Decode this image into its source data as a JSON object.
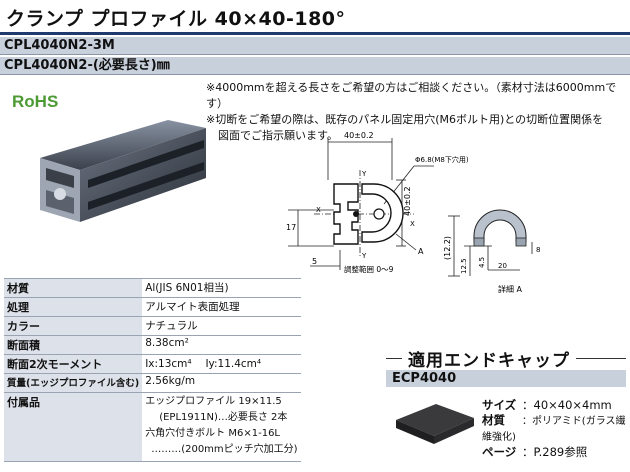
{
  "title": "クランプ プロファイル 40×40-180°",
  "codes": {
    "code_1": "CPL4040N2-3M",
    "code_2": "CPL4040N2-(必要長さ)㎜"
  },
  "rohs": "RoHS",
  "notes": [
    "※4000mmを超える長さをご希望の方はご相談ください。（素材寸法は6000mmです）",
    "※切断をご希望の際は、既存のパネル固定用穴(M6ボルト用)との切断位置関係を",
    "図面でご指示願います。"
  ],
  "drawing": {
    "width_dim": "40±0.2",
    "height_dim": "40±0.2",
    "hole_label": "Φ6.8(M8下穴用)",
    "dim_17": "17",
    "dim_5": "5",
    "adjust_range": "調整範囲 0～9",
    "label_x_left": "X",
    "label_x_right": "X",
    "label_y_top": "Y",
    "label_y_bottom": "Y",
    "label_a": "A"
  },
  "detail": {
    "dim_12_2": "(12.2)",
    "dim_12_5": "12.5",
    "dim_4_5": "4.5",
    "dim_20": "20",
    "dim_8": "8",
    "label": "詳細 A"
  },
  "specs": [
    {
      "key": "材質",
      "value": "Al(JIS 6N01相当)"
    },
    {
      "key": "処理",
      "value": "アルマイト表面処理"
    },
    {
      "key": "カラー",
      "value": "ナチュラル"
    },
    {
      "key": "断面積",
      "value": "8.38cm²"
    },
    {
      "key": "断面2次モーメント",
      "value": "Ix:13cm⁴　 Iy:11.4cm⁴"
    },
    {
      "key": "質量(エッジプロファイル含む)",
      "value": "2.56kg/m"
    },
    {
      "key": "付属品",
      "value": ""
    }
  ],
  "accessories": [
    "エッジプロファイル 19×11.5",
    "(EPL1911N)…必要長さ 2本",
    "六角穴付きボルト M6×1-16L",
    "………(200mmピッチ穴加工分)"
  ],
  "end_cap": {
    "heading": "適用エンドキャップ",
    "code": "ECP4040",
    "size_key": "サイズ",
    "size_val": "：40×40×4mm",
    "material_key": "材質",
    "material_val": "：ポリアミド(ガラス繊維強化)",
    "page_key": "ページ",
    "page_val": "：P.289参照"
  },
  "colors": {
    "heading_rule": "#1e3a6e",
    "band": "#c8d0dc",
    "rohs_green": "#4d9a34",
    "profile_dark": "#3c4350",
    "end_cap": "#2e2e30"
  }
}
